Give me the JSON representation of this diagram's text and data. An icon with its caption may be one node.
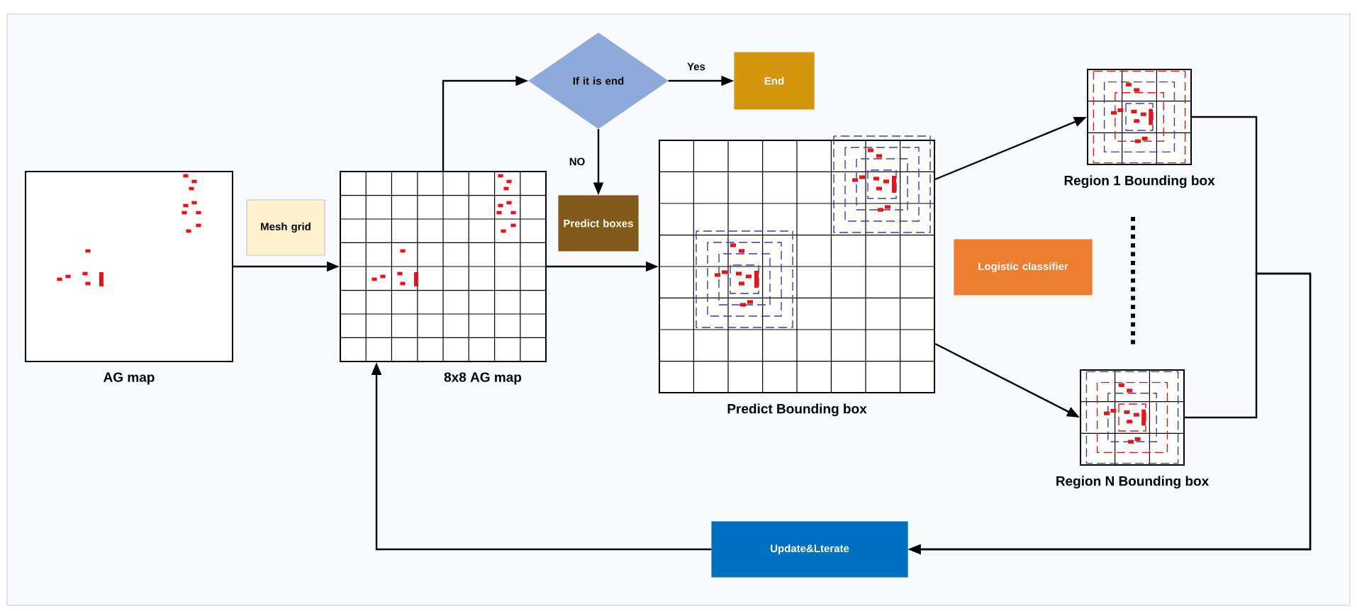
{
  "diagram": {
    "nodes": [
      {
        "text": [
          "AG map"
        ]
      },
      {
        "text": [
          "Mesh grid"
        ]
      },
      {
        "text": [
          "8x8 AG map"
        ]
      },
      {
        "text": [
          "If it is  end"
        ]
      },
      {
        "text": [
          "End"
        ]
      },
      {
        "text": [
          "Predict boxes"
        ]
      },
      {
        "text": [
          "Predict Bounding box"
        ]
      },
      {
        "text": [
          "Region 1 Bounding box"
        ]
      },
      {
        "text": [
          "Logistic classifier"
        ]
      },
      {
        "text": [
          "Region N Bounding box"
        ]
      },
      {
        "text": [
          "Update&Lterate"
        ]
      }
    ],
    "edges": [
      {
        "from": 0,
        "to": 2,
        "arrow": "to"
      },
      {
        "from": 2,
        "to": 3,
        "arrow": "to"
      },
      {
        "from": 3,
        "to": 4,
        "arrow": "to",
        "label": "Yes"
      },
      {
        "from": 3,
        "to": 5,
        "arrow": "to",
        "label": "NO"
      },
      {
        "from": 2,
        "to": 6,
        "arrow": "to"
      },
      {
        "from": 6,
        "to": 7,
        "arrow": "to"
      },
      {
        "from": 6,
        "to": 9,
        "arrow": "to"
      },
      {
        "from": 7,
        "to": 10,
        "arrow": "to"
      },
      {
        "from": 9,
        "to": 10,
        "arrow": "to"
      },
      {
        "from": 10,
        "to": 2,
        "arrow": "to"
      }
    ]
  }
}
